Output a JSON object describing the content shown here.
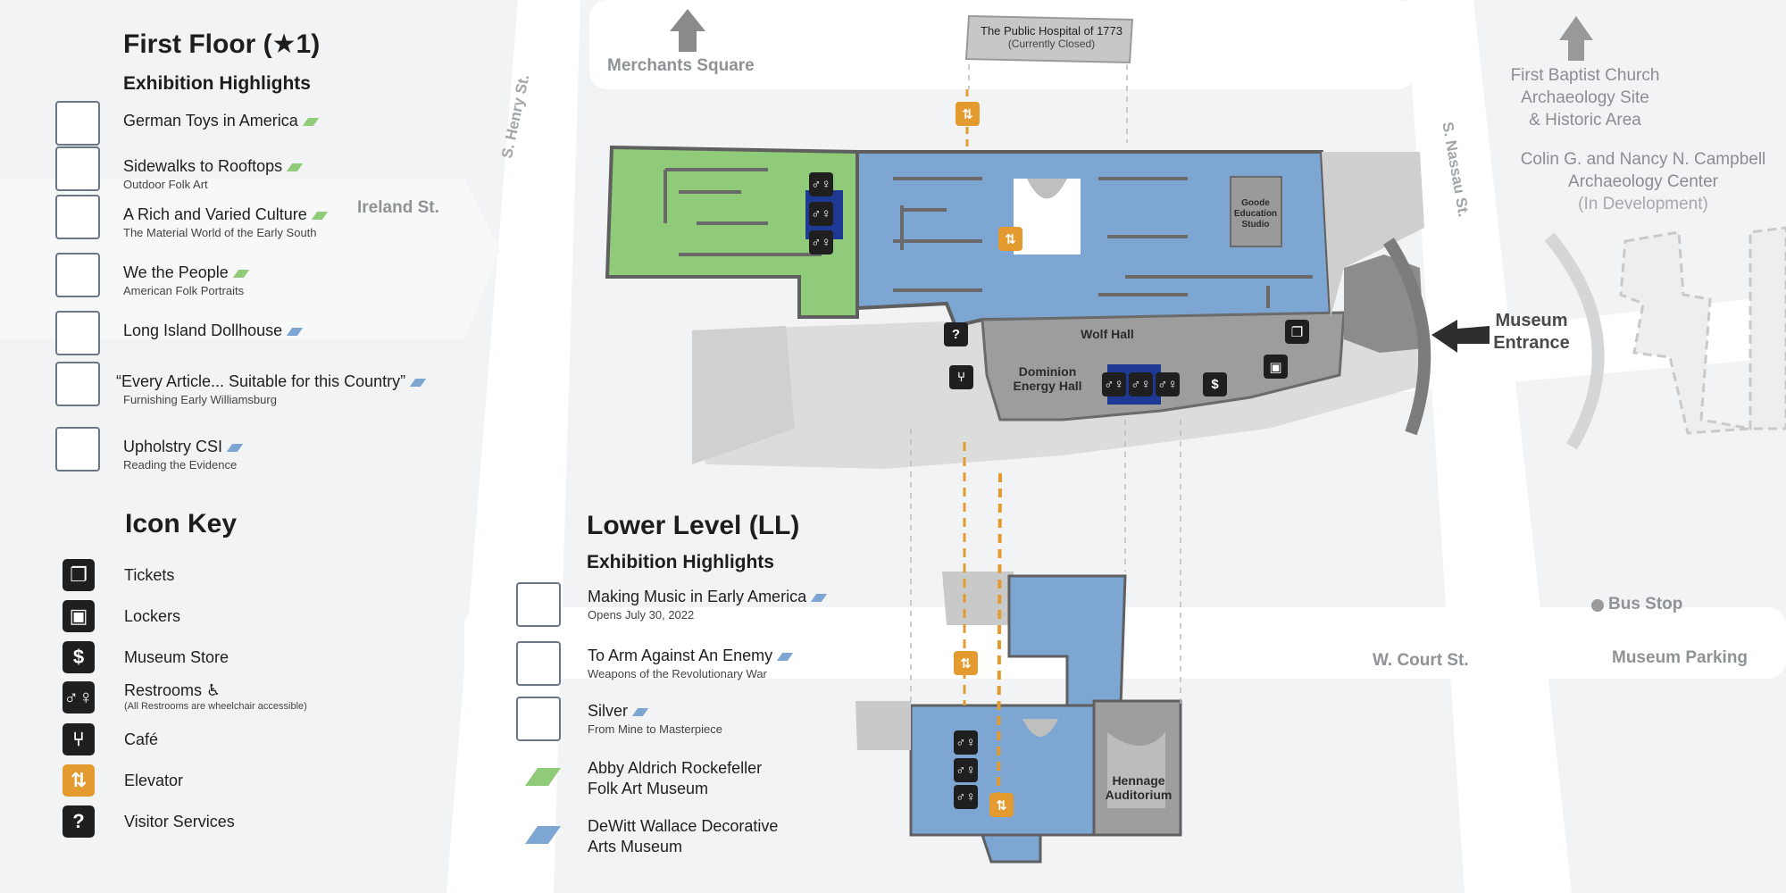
{
  "colors": {
    "folk_art": "#8fcb78",
    "decorative_arts": "#7ea6d2",
    "elevator": "#e39a2f",
    "icon": "#1f1f1f",
    "restroom_highlight": "#1d3994"
  },
  "first_floor": {
    "title": "First Floor (★1)",
    "subtitle": "Exhibition Highlights",
    "items": [
      {
        "name": "German Toys in America",
        "sub": "",
        "museum": "folk",
        "icon": "ship-icon"
      },
      {
        "name": "Sidewalks to Rooftops",
        "sub": "Outdoor Folk Art",
        "museum": "folk",
        "icon": "carousel-icon"
      },
      {
        "name": "A Rich and Varied Culture",
        "sub": "The Material World of the Early South",
        "museum": "folk",
        "icon": "round-window-icon"
      },
      {
        "name": "We the People",
        "sub": "American Folk Portraits",
        "museum": "folk",
        "icon": "portrait-icon"
      },
      {
        "name": "Long Island Dollhouse",
        "sub": "",
        "museum": "decorative",
        "icon": "dollhouse-icon"
      },
      {
        "name": "“Every Article... Suitable for this Country”",
        "sub": "Furnishing Early Williamsburg",
        "museum": "decorative",
        "icon": "tall-clock-icon"
      },
      {
        "name": "Upholstry CSI",
        "sub": "Reading the Evidence",
        "museum": "decorative",
        "icon": "chair-icon"
      }
    ]
  },
  "icon_key": {
    "title": "Icon Key",
    "items": [
      {
        "label": "Tickets",
        "sub": "",
        "icon": "ticket-icon"
      },
      {
        "label": "Lockers",
        "sub": "",
        "icon": "locker-icon"
      },
      {
        "label": "Museum Store",
        "sub": "",
        "icon": "store-icon"
      },
      {
        "label": "Restrooms ♿",
        "sub": "(All Restrooms are wheelchair accessible)",
        "icon": "restroom-icon"
      },
      {
        "label": "Café",
        "sub": "",
        "icon": "cafe-icon"
      },
      {
        "label": "Elevator",
        "sub": "",
        "icon": "elevator-icon"
      },
      {
        "label": "Visitor Services",
        "sub": "",
        "icon": "visitor-services-icon"
      }
    ]
  },
  "lower_level": {
    "title": "Lower Level (LL)",
    "subtitle": "Exhibition Highlights",
    "items": [
      {
        "name": "Making Music in Early America",
        "sub": "Opens July 30, 2022",
        "museum": "decorative",
        "icon": "violin-icon"
      },
      {
        "name": "To Arm Against An Enemy",
        "sub": "Weapons of the Revolutionary War",
        "museum": "decorative",
        "icon": "crossed-swords-icon"
      },
      {
        "name": "Silver",
        "sub": "From Mine to Masterpiece",
        "museum": "decorative",
        "icon": "silver-pot-icon"
      }
    ],
    "legend": [
      {
        "label_line1": "Abby Aldrich Rockefeller",
        "label_line2": "Folk Art Museum",
        "museum": "folk"
      },
      {
        "label_line1": "DeWitt Wallace Decorative",
        "label_line2": "Arts Museum",
        "museum": "decorative"
      }
    ]
  },
  "streets": {
    "merchants_square": "Merchants Square",
    "ireland_st": "Ireland St.",
    "s_henry_st": "S. Henry St.",
    "s_nassau_st": "S. Nassau St.",
    "w_court_st": "W. Court St.",
    "museum_parking": "Museum Parking",
    "bus_stop": "Bus Stop"
  },
  "places": {
    "public_hospital_line1": "The Public Hospital of 1773",
    "public_hospital_line2": "(Currently Closed)",
    "first_baptist_line1": "First Baptist Church",
    "first_baptist_line2": "Archaeology Site",
    "first_baptist_line3": "& Historic Area",
    "campbell_line1": "Colin G. and Nancy N. Campbell",
    "campbell_line2": "Archaeology Center",
    "campbell_line3": "(In Development)",
    "museum_entrance_line1": "Museum",
    "museum_entrance_line2": "Entrance"
  },
  "rooms": {
    "wolf_hall": "Wolf Hall",
    "dominion_line1": "Dominion",
    "dominion_line2": "Energy Hall",
    "goode_line1": "Goode",
    "goode_line2": "Education",
    "goode_line3": "Studio",
    "hennage_line1": "Hennage",
    "hennage_line2": "Auditorium"
  },
  "glyphs": {
    "ticket": "❐",
    "locker": "▣",
    "store": "$",
    "restroom": "♂♀",
    "cafe": "⑂",
    "elevator": "⇅",
    "visitor": "?",
    "wheelchair": "♿",
    "up_arrow": "⬆",
    "left_arrow": "⬅"
  }
}
